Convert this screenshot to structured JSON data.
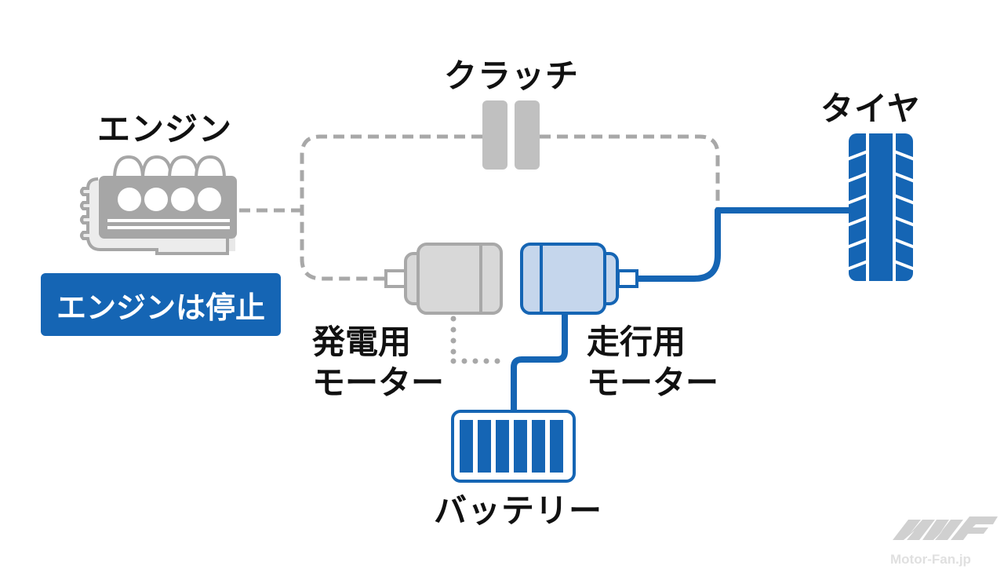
{
  "labels": {
    "engine": "エンジン",
    "clutch": "クラッチ",
    "tire": "タイヤ",
    "generator_motor": "発電用\nモーター",
    "drive_motor": "走行用\nモーター",
    "battery": "バッテリー"
  },
  "status_badge": {
    "text": "エンジンは停止",
    "color": "#1565b4"
  },
  "watermark": {
    "text": "Motor-Fan.jp"
  },
  "colors": {
    "active": "#1565b4",
    "active_fill": "#c5d6ec",
    "inactive": "#a8a8a8",
    "inactive_fill": "#d8d8d8",
    "engine_body": "#a6a6a6",
    "engine_back": "#e8e8e8"
  },
  "connections": [
    {
      "from": "engine",
      "to": "clutch-loop",
      "state": "inactive",
      "style": "dashed"
    },
    {
      "from": "clutch-loop",
      "to": "generator-motor",
      "state": "inactive",
      "style": "dashed"
    },
    {
      "from": "clutch",
      "to": "tire-shaft",
      "state": "inactive",
      "style": "dashed"
    },
    {
      "from": "generator-motor",
      "to": "battery",
      "state": "inactive",
      "style": "dotted"
    },
    {
      "from": "battery",
      "to": "drive-motor",
      "state": "active",
      "style": "solid"
    },
    {
      "from": "drive-motor",
      "to": "tire",
      "state": "active",
      "style": "solid"
    }
  ]
}
